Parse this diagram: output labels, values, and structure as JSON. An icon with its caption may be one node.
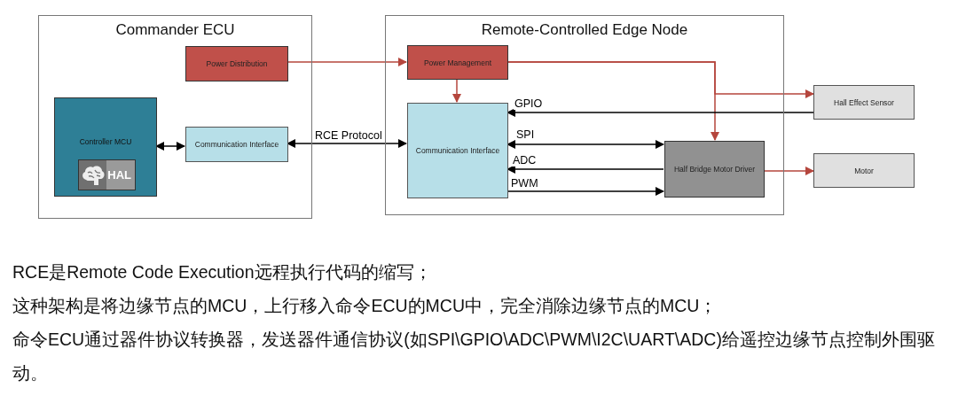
{
  "diagram": {
    "nodes": [
      {
        "text": [
          "Commander ECU"
        ]
      },
      {
        "text": [
          "Power Distribution"
        ],
        "in": 0
      },
      {
        "text": [
          "Controller MCU"
        ],
        "in": 0
      },
      {
        "text": [
          "HAL"
        ],
        "in": 2
      },
      {
        "text": [
          "Communication Interface"
        ],
        "in": 0
      },
      {
        "text": [
          "Remote-Controlled Edge Node"
        ]
      },
      {
        "text": [
          "Power Management"
        ],
        "in": 5
      },
      {
        "text": [
          "Communication Interface"
        ],
        "in": 5
      },
      {
        "text": [
          "Half Bridge  Motor Driver"
        ],
        "in": 5
      },
      {
        "text": [
          "Hall Effect Sensor"
        ]
      },
      {
        "text": [
          "Motor"
        ]
      }
    ],
    "edges": [
      {
        "from": 2,
        "to": 4,
        "arrow": "both"
      },
      {
        "from": 7,
        "to": 4,
        "arrow": "both",
        "label": "RCE Protocol"
      },
      {
        "from": 1,
        "to": 6,
        "arrow": "to",
        "color": "#b5463d"
      },
      {
        "from": 6,
        "to": 7,
        "arrow": "to",
        "color": "#b5463d"
      },
      {
        "from": 6,
        "to": 8,
        "arrow": "to",
        "color": "#b5463d"
      },
      {
        "from": 6,
        "to": 9,
        "arrow": "to",
        "color": "#b5463d"
      },
      {
        "from": 9,
        "to": 7,
        "arrow": "to",
        "label": "GPIO"
      },
      {
        "from": 7,
        "to": 8,
        "arrow": "both",
        "label": "SPI"
      },
      {
        "from": 8,
        "to": 7,
        "arrow": "to",
        "label": "ADC"
      },
      {
        "from": 7,
        "to": 8,
        "arrow": "to",
        "label": "PWM"
      },
      {
        "from": 8,
        "to": 10,
        "arrow": "to",
        "color": "#b5463d"
      }
    ],
    "labels": [
      "RCE是Remote Code Execution远程执行代码的缩写；",
      "这种架构是将边缘节点的MCU，上行移入命令ECU的MCU中，完全消除边缘节点的MCU；",
      "命令ECU通过器件协议转换器，发送器件通信协议(如SPI\\GPIO\\ADC\\PWM\\I2C\\UART\\ADC)给遥控边缘节点控制外围驱动。"
    ]
  }
}
